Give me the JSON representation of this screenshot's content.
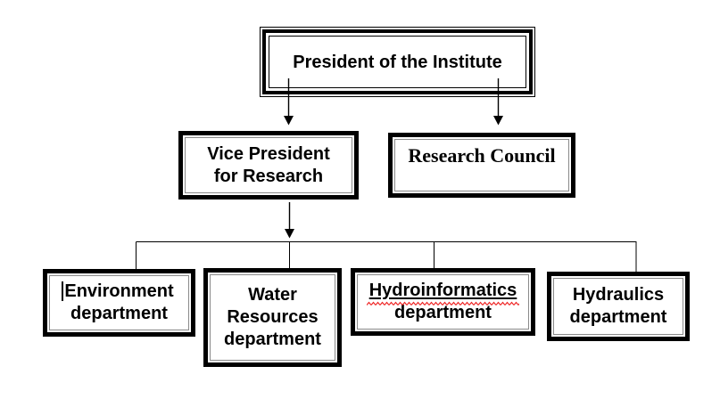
{
  "diagram": {
    "type": "org-chart",
    "title_node": "President of the Institute",
    "colors": {
      "background": "#ffffff",
      "border": "#000000",
      "inner_line": "#8a8a8a",
      "text": "#000000",
      "spellcheck_underline": "#ee2020"
    },
    "nodes": {
      "president": {
        "label": "President of the Institute"
      },
      "vice_president": {
        "line1": "Vice President",
        "line2": "for Research"
      },
      "research_council": {
        "label": "Research Council"
      },
      "environment": {
        "line1": "Environment",
        "line2": "department"
      },
      "water_resources": {
        "line1": "Water",
        "line2": "Resources",
        "line3": "department"
      },
      "hydroinformatics": {
        "line1": "Hydroinformatics",
        "line2": "department",
        "line1_underlined": true,
        "line1_spellcheck_squiggle": true
      },
      "hydraulics": {
        "line1": "Hydraulics",
        "line2": "department"
      }
    },
    "edges": [
      {
        "from": "president",
        "to": "vice_president",
        "style": "arrow"
      },
      {
        "from": "president",
        "to": "research_council",
        "style": "arrow"
      },
      {
        "from": "vice_president",
        "to": "departments_branch",
        "style": "arrow"
      },
      {
        "from": "departments_branch",
        "to": "environment",
        "style": "line"
      },
      {
        "from": "departments_branch",
        "to": "water_resources",
        "style": "line"
      },
      {
        "from": "departments_branch",
        "to": "hydroinformatics",
        "style": "line"
      },
      {
        "from": "departments_branch",
        "to": "hydraulics",
        "style": "line"
      }
    ],
    "editing": {
      "text_caret_visible_in": "environment"
    }
  }
}
